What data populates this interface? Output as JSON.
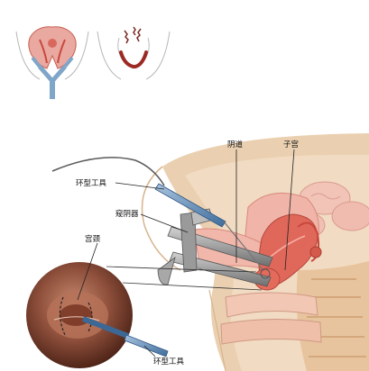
{
  "labels": {
    "vagina": "阴道",
    "uterus": "子宫",
    "loop_tool_upper": "环型工具",
    "speculum": "窥阴器",
    "cervix": "宫颈",
    "loop_tool_lower": "环型工具"
  },
  "colors": {
    "tissue_pink": "#e9a9a0",
    "uterus_red": "#e0685a",
    "blood_dark": "#9c2a24",
    "skin_tan": "#e7c39a",
    "tool_blue": "#5d86b3",
    "tube_blue": "#7fa5c8",
    "steel": "#8d8d8d",
    "cervix_brown": "#9b5a44"
  }
}
